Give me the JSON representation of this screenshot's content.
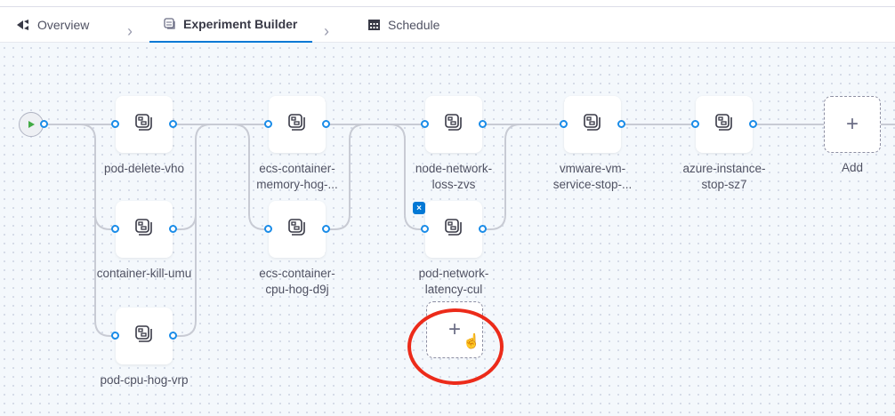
{
  "tabs": [
    {
      "label": "Overview",
      "icon": "overview-icon"
    },
    {
      "label": "Experiment Builder",
      "icon": "experiment-icon",
      "active": true
    },
    {
      "label": "Schedule",
      "icon": "calendar-icon"
    }
  ],
  "nodes": [
    {
      "name": "pod-delete-vho"
    },
    {
      "name": "container-kill-umu"
    },
    {
      "name": "pod-cpu-hog-vrp"
    },
    {
      "name": "ecs-container-memory-hog-..."
    },
    {
      "name": "ecs-container-cpu-hog-d9j"
    },
    {
      "name": "node-network-loss-zvs"
    },
    {
      "name": "pod-network-latency-cul"
    },
    {
      "name": "vmware-vm-service-stop-..."
    },
    {
      "name": "azure-instance-stop-sz7"
    }
  ],
  "add": {
    "label": "Add",
    "plus": "+"
  },
  "remove_badge": "×",
  "colors": {
    "accent": "#0278d5",
    "port": "#1a8ce8",
    "highlight": "#ec2b1a"
  }
}
